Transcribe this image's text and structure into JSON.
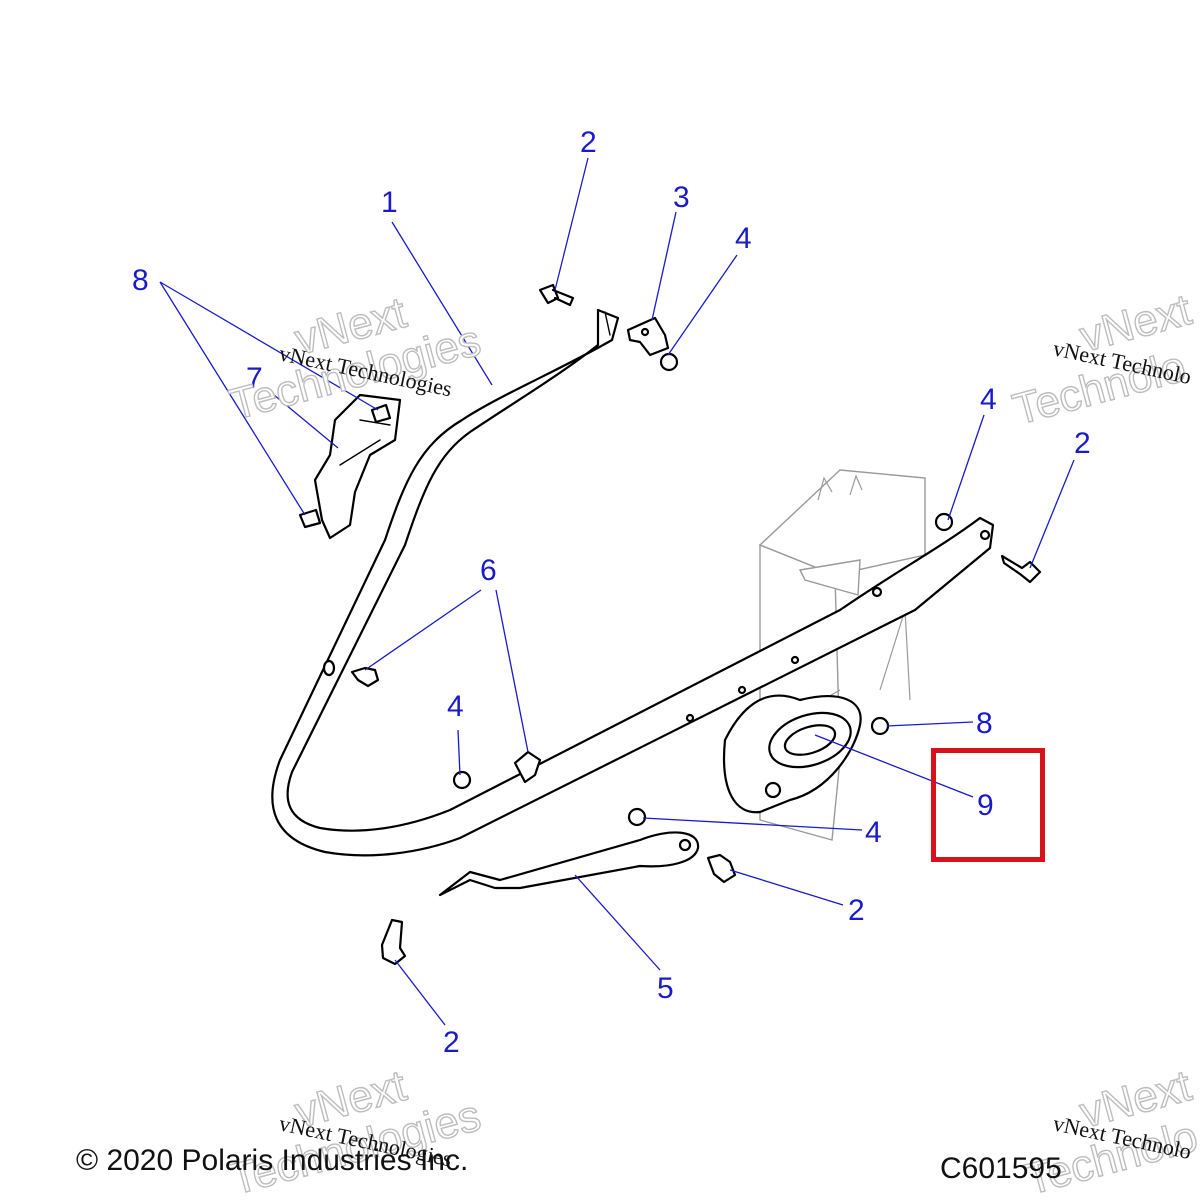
{
  "callouts": [
    {
      "label": "1"
    },
    {
      "label": "2"
    },
    {
      "label": "3"
    },
    {
      "label": "4"
    },
    {
      "label": "8"
    },
    {
      "label": "7"
    },
    {
      "label": "4"
    },
    {
      "label": "2"
    },
    {
      "label": "6"
    },
    {
      "label": "4"
    },
    {
      "label": "8"
    },
    {
      "label": "9"
    },
    {
      "label": "4"
    },
    {
      "label": "2"
    },
    {
      "label": "5"
    },
    {
      "label": "2"
    }
  ],
  "watermark": {
    "small_text": "vNext Technologies",
    "big_line1": "vNext",
    "big_line2": "Technologies",
    "partial_small": "vNext Technolo",
    "partial_big": "Technolo",
    "partial_big_top": "vNext"
  },
  "footer": {
    "copyright": "© 2020 Polaris Industries Inc.",
    "figure_code": "C601595"
  },
  "highlight": {
    "target_label": "9",
    "color": "#d8121b"
  },
  "colors": {
    "callout": "#1a1acc",
    "line_art": "#000000"
  }
}
